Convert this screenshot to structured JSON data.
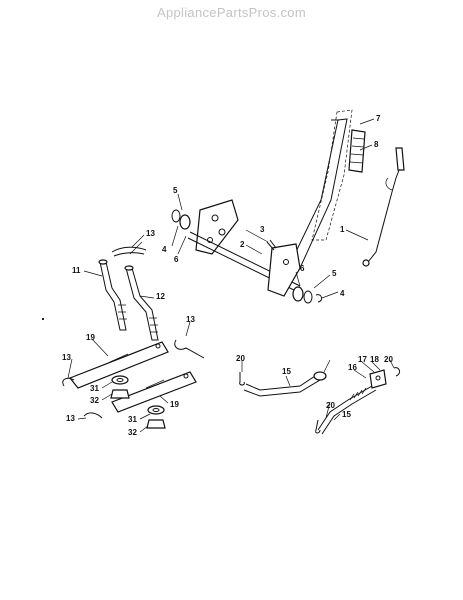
{
  "watermark": "AppliancePartsPros.com",
  "callouts": {
    "c1": "1",
    "c2": "2",
    "c3": "3",
    "c4a": "4",
    "c4b": "4",
    "c5a": "5",
    "c5b": "5",
    "c6a": "6",
    "c6b": "6",
    "c7": "7",
    "c8": "8",
    "c11": "11",
    "c12": "12",
    "c13a": "13",
    "c13b": "13",
    "c13c": "13",
    "c13d": "13",
    "c15a": "15",
    "c15b": "15",
    "c16": "16",
    "c17": "17",
    "c18": "18",
    "c19a": "19",
    "c19b": "19",
    "c20a": "20",
    "c20b": "20",
    "c20c": "20",
    "c31a": "31",
    "c31b": "31",
    "c32a": "32",
    "c32b": "32"
  }
}
